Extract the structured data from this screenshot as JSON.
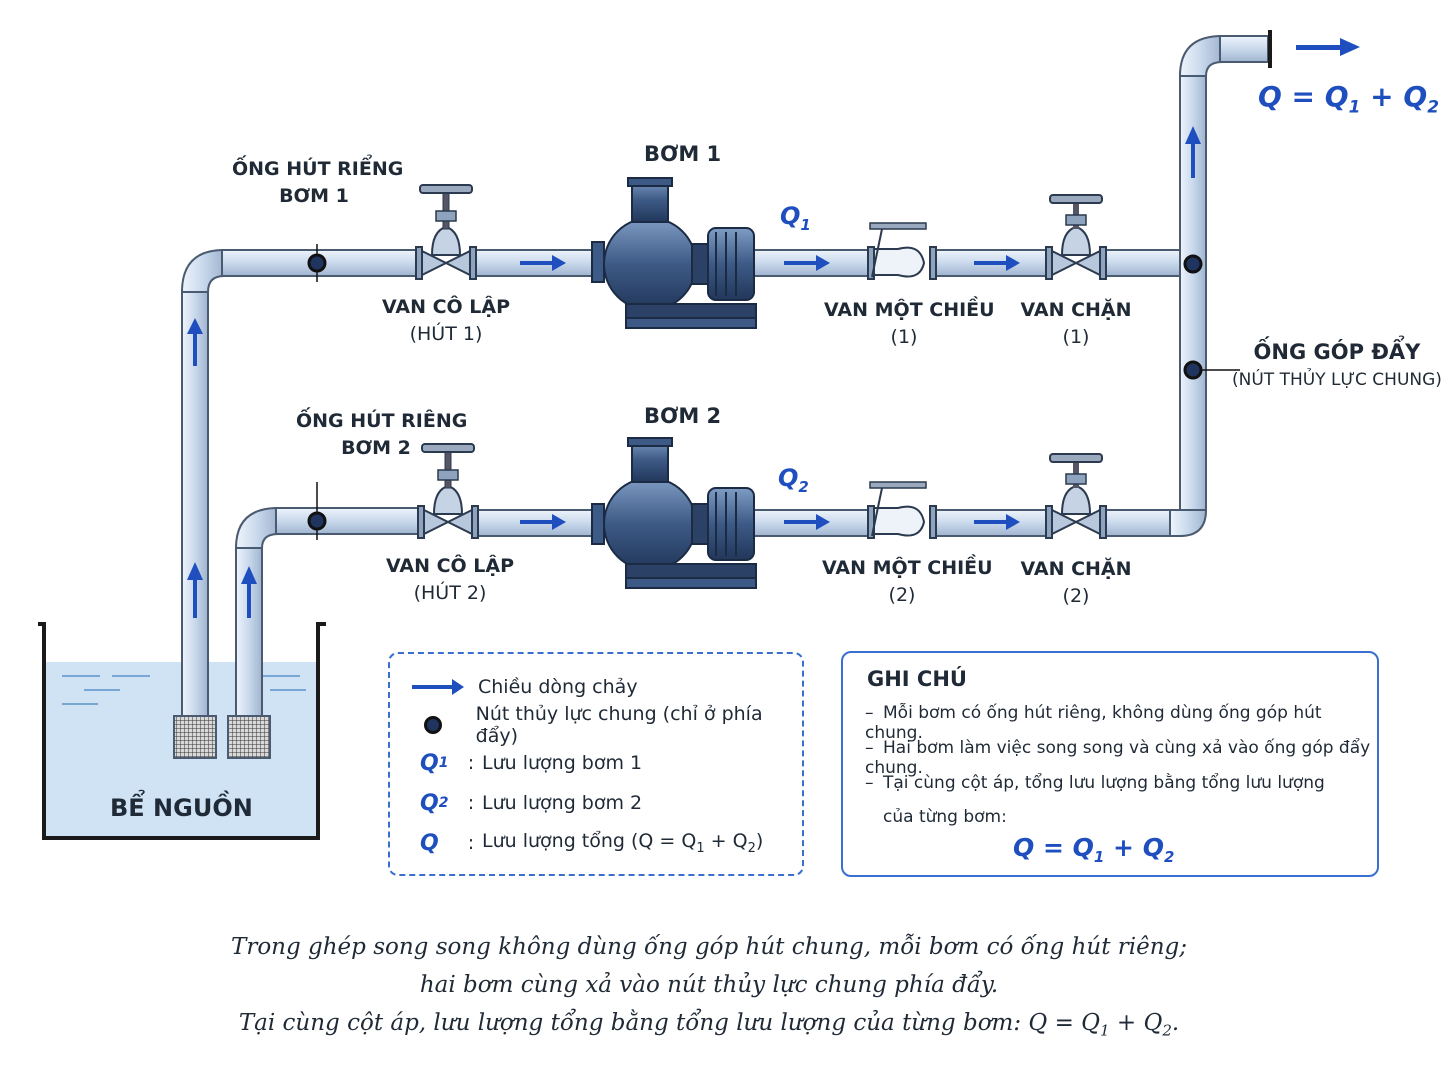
{
  "colors": {
    "pipe": "#d9e6f4",
    "pipe_stroke": "#4a5a70",
    "flow": "#1f4fbf",
    "water": "#cfe3f5",
    "pump": "#3d5a86"
  },
  "suction1": {
    "title_line1": "ỐNG HÚT RIỂNG",
    "title_line2": "BƠM 1"
  },
  "suction2": {
    "title_line1": "ỐNG HÚT RIÊNG",
    "title_line2": "BƠM 2"
  },
  "pump1": {
    "title": "BƠM 1",
    "q": "Q",
    "q_sub": "1"
  },
  "pump2": {
    "title": "BƠM 2",
    "q": "Q",
    "q_sub": "2"
  },
  "valves": {
    "iso1": {
      "name": "VAN CÔ LẬP",
      "sub": "(HÚT 1)"
    },
    "iso2": {
      "name": "VAN CÔ LẬP",
      "sub": "(HÚT 2)"
    },
    "check1": {
      "name": "VAN MỘT CHIỀU",
      "sub": "(1)"
    },
    "check2": {
      "name": "VAN MỘT CHIỀU",
      "sub": "(2)"
    },
    "gate1": {
      "name": "VAN CHẶN",
      "sub": "(1)"
    },
    "gate2": {
      "name": "VAN CHẶN",
      "sub": "(2)"
    }
  },
  "header": {
    "title": "ỐNG GÓP ĐẨY",
    "sub": "(NÚT THỦY LỰC CHUNG)"
  },
  "tank": {
    "label": "BỂ NGUỒN"
  },
  "total_formula": {
    "q": "Q",
    "eq": " = ",
    "q1": "Q",
    "s1": "1",
    "plus": " + ",
    "q2": "Q",
    "s2": "2"
  },
  "legend": {
    "flow_label": "Chiều dòng chảy",
    "node_label": "Nút thủy lực chung (chỉ ở phía đẩy)",
    "q1_sym": "Q",
    "q1_sub": "1",
    "q1_label": "Lưu lượng bơm 1",
    "q2_sym": "Q",
    "q2_sub": "2",
    "q2_label": "Lưu lượng bơm 2",
    "q_sym": "Q",
    "q_label_pre": "Lưu lượng tổng (Q = Q",
    "q_label_s1": "1",
    "q_label_mid": " + Q",
    "q_label_s2": "2",
    "q_label_post": ")",
    "sep": ":"
  },
  "notes": {
    "title": "GHI CHÚ",
    "dash": "–",
    "items": [
      "Mỗi bơm có ống hút riêng, không dùng ống góp hút chung.",
      "Hai bơm làm việc song song và cùng xả vào ống góp đẩy chung.",
      "Tại cùng cột áp, tổng lưu lượng bằng tổng lưu lượng"
    ],
    "item3_cont": "của từng bơm:"
  },
  "caption": {
    "line1": "Trong ghép song song không dùng ống góp hút chung, mỗi bơm có ống hút riêng;",
    "line2": "hai bơm cùng xả vào nút thủy lực chung phía đẩy.",
    "line3_pre": "Tại cùng cột áp, lưu lượng tổng bằng tổng lưu lượng của từng bơm: Q = Q",
    "line3_s1": "1",
    "line3_mid": " + Q",
    "line3_s2": "2",
    "line3_post": "."
  }
}
